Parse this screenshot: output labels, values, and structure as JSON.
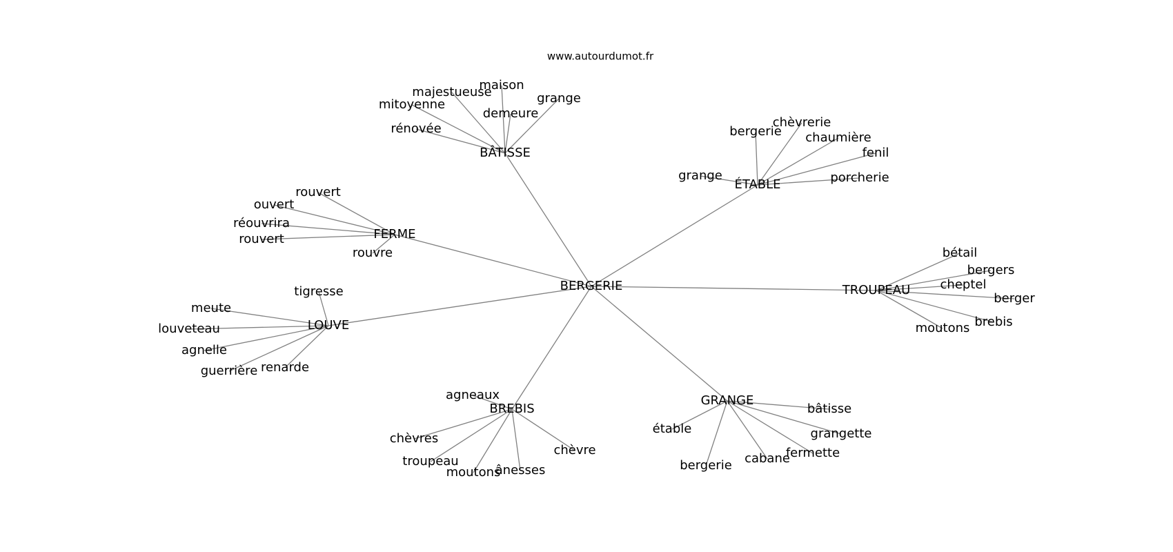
{
  "watermark": "www.autourdumot.fr",
  "graph": {
    "center": "BERGERIE",
    "groups": [
      {
        "hub": "BÂTISSE",
        "words": [
          "rénovée",
          "mitoyenne",
          "majestueuse",
          "maison",
          "demeure",
          "grange"
        ]
      },
      {
        "hub": "ÉTABLE",
        "words": [
          "grange",
          "bergerie",
          "chèvrerie",
          "chaumière",
          "fenil",
          "porcherie"
        ]
      },
      {
        "hub": "FERME",
        "words": [
          "rouvert",
          "ouvert",
          "réouvrira",
          "rouvert",
          "rouvre"
        ]
      },
      {
        "hub": "TROUPEAU",
        "words": [
          "bétail",
          "bergers",
          "cheptel",
          "berger",
          "brebis",
          "moutons"
        ]
      },
      {
        "hub": "LOUVE",
        "words": [
          "tigresse",
          "meute",
          "louveteau",
          "agnelle",
          "guerrière",
          "renarde"
        ]
      },
      {
        "hub": "BREBIS",
        "words": [
          "agneaux",
          "chèvres",
          "troupeau",
          "moutons",
          "ânesses",
          "chèvre"
        ]
      },
      {
        "hub": "GRANGE",
        "words": [
          "étable",
          "bergerie",
          "cabane",
          "fermette",
          "grangette",
          "bâtisse"
        ]
      }
    ]
  }
}
